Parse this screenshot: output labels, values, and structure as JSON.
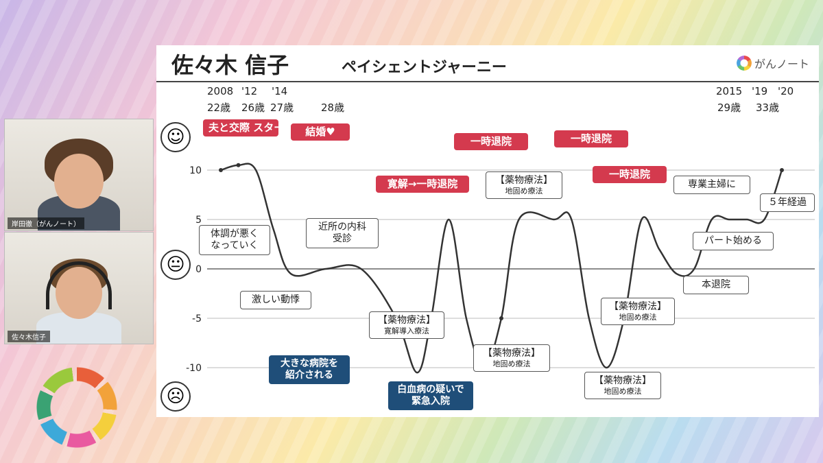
{
  "participants": [
    {
      "name": "岸田徹（がんノート）"
    },
    {
      "name": "佐々木信子"
    }
  ],
  "slide": {
    "title_name": "佐々木 信子",
    "title_sub": "ペイシェントジャーニー",
    "brand": "がんノート",
    "year_labels": [
      {
        "year": "2008",
        "age": "22歳"
      },
      {
        "year": "'12",
        "age": "26歳"
      },
      {
        "year": "'14",
        "age": "27歳"
      },
      {
        "year": "",
        "age": "28歳"
      },
      {
        "year": "2015",
        "age": "29歳"
      },
      {
        "year": "'19",
        "age": "33歳"
      },
      {
        "year": "'20",
        "age": ""
      }
    ]
  },
  "chart_data": {
    "type": "line",
    "ylim": [
      -12,
      12
    ],
    "yticks": [
      10,
      5,
      0,
      -5,
      -10
    ],
    "points": [
      [
        0,
        10
      ],
      [
        0.5,
        10.5
      ],
      [
        1,
        10
      ],
      [
        1.5,
        4
      ],
      [
        2,
        -0.5
      ],
      [
        3,
        0
      ],
      [
        4,
        0
      ],
      [
        5,
        -5
      ],
      [
        5.6,
        -10.5
      ],
      [
        6,
        -5
      ],
      [
        6.5,
        5
      ],
      [
        7,
        -5
      ],
      [
        7.5,
        -10
      ],
      [
        8,
        -5
      ],
      [
        8.5,
        5
      ],
      [
        9.5,
        5
      ],
      [
        10,
        5
      ],
      [
        10.5,
        -5
      ],
      [
        11,
        -10
      ],
      [
        11.5,
        -5
      ],
      [
        12,
        5
      ],
      [
        12.5,
        2
      ],
      [
        13,
        -0.5
      ],
      [
        13.5,
        0
      ],
      [
        14,
        5
      ],
      [
        14.5,
        5
      ],
      [
        15,
        5
      ],
      [
        15.5,
        5
      ],
      [
        16,
        10
      ]
    ],
    "annotations": {
      "red": [
        {
          "text": "夫と交際\nスタート"
        },
        {
          "text": "結婚♥"
        },
        {
          "text": "寛解→一時退院"
        },
        {
          "text": "一時退院"
        },
        {
          "text": "一時退院"
        },
        {
          "text": "一時退院"
        }
      ],
      "gray": [
        {
          "text": "体調が悪く\nなっていく"
        },
        {
          "text": "激しい動悸"
        },
        {
          "text": "近所の内科\n受診"
        },
        {
          "text": "【薬物療法】",
          "sub": "寛解導入療法"
        },
        {
          "text": "【薬物療法】",
          "sub": "地固め療法"
        },
        {
          "text": "【薬物療法】",
          "sub": "地固め療法"
        },
        {
          "text": "【薬物療法】",
          "sub": "地固め療法"
        },
        {
          "text": "【薬物療法】",
          "sub": "地固め療法"
        },
        {
          "text": "専業主婦に"
        },
        {
          "text": "パート始める"
        },
        {
          "text": "本退院"
        },
        {
          "text": "５年経過"
        }
      ],
      "blue": [
        {
          "text": "大きな病院を\n紹介される"
        },
        {
          "text": "白血病の疑いで\n緊急入院"
        }
      ]
    }
  }
}
